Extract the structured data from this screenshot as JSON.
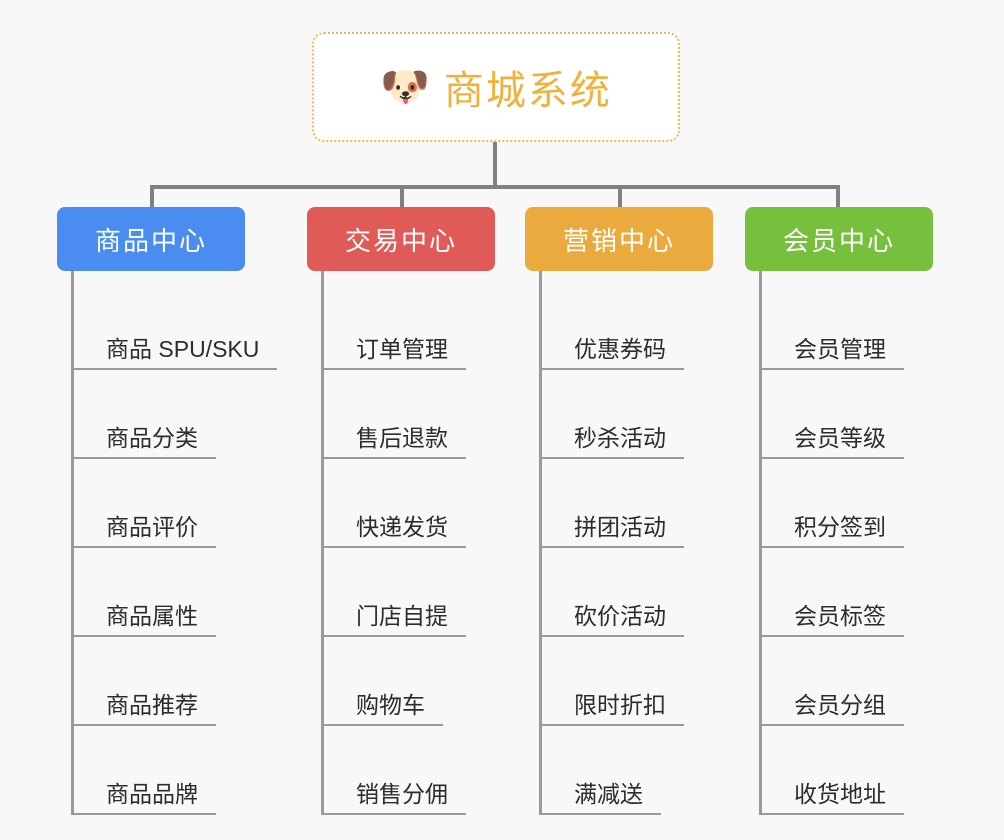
{
  "diagram": {
    "type": "org-chart",
    "background_color": "#f8f8f8",
    "connector_color": "#808080",
    "root": {
      "icon": "dog-face-icon",
      "icon_glyph": "🐶",
      "title": "商城系统",
      "text_color": "#f0b23c",
      "border_color": "#eeb94e",
      "background_color": "#ffffff"
    },
    "categories": [
      {
        "label": "商品中心",
        "color": "#4a8cf0",
        "items": [
          {
            "label": "商品 SPU/SKU"
          },
          {
            "label": "商品分类"
          },
          {
            "label": "商品评价"
          },
          {
            "label": "商品属性"
          },
          {
            "label": "商品推荐"
          },
          {
            "label": "商品品牌"
          }
        ]
      },
      {
        "label": "交易中心",
        "color": "#e05a58",
        "items": [
          {
            "label": "订单管理"
          },
          {
            "label": "售后退款"
          },
          {
            "label": "快递发货"
          },
          {
            "label": "门店自提"
          },
          {
            "label": "购物车"
          },
          {
            "label": "销售分佣"
          }
        ]
      },
      {
        "label": "营销中心",
        "color": "#eaaa3e",
        "items": [
          {
            "label": "优惠券码"
          },
          {
            "label": "秒杀活动"
          },
          {
            "label": "拼团活动"
          },
          {
            "label": "砍价活动"
          },
          {
            "label": "限时折扣"
          },
          {
            "label": "满减送"
          }
        ]
      },
      {
        "label": "会员中心",
        "color": "#76c03e",
        "items": [
          {
            "label": "会员管理"
          },
          {
            "label": "会员等级"
          },
          {
            "label": "积分签到"
          },
          {
            "label": "会员标签"
          },
          {
            "label": "会员分组"
          },
          {
            "label": "收货地址"
          }
        ]
      }
    ]
  }
}
